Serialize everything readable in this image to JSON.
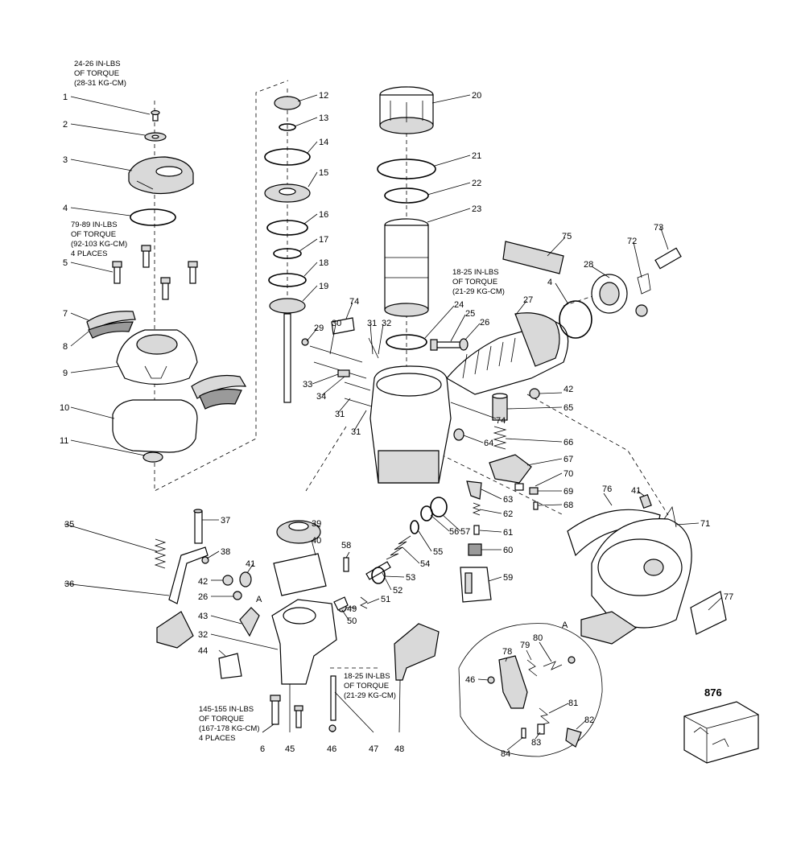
{
  "notes": {
    "torque_1": [
      "24-26 IN-LBS",
      "OF TORQUE",
      "(28-31 KG-CM)"
    ],
    "torque_5": [
      "79-89 IN-LBS",
      "OF TORQUE",
      "(92-103 KG-CM)",
      "4 PLACES"
    ],
    "torque_24": [
      "18-25 IN-LBS",
      "OF TORQUE",
      "(21-29 KG-CM)"
    ],
    "torque_48": [
      "18-25 IN-LBS",
      "OF TORQUE",
      "(21-29 KG-CM)"
    ],
    "torque_6": [
      "145-155 IN-LBS",
      "OF TORQUE",
      "(167-178 KG-CM)",
      "4 PLACES"
    ]
  },
  "connector_marks": [
    "A",
    "A"
  ],
  "kit_number": "876",
  "part_callouts": [
    "1",
    "2",
    "3",
    "4",
    "5",
    "6",
    "7",
    "8",
    "9",
    "10",
    "11",
    "12",
    "13",
    "14",
    "15",
    "16",
    "17",
    "18",
    "19",
    "20",
    "21",
    "22",
    "23",
    "24",
    "25",
    "26",
    "27",
    "28",
    "29",
    "30",
    "31",
    "32",
    "33",
    "34",
    "35",
    "36",
    "37",
    "38",
    "39",
    "40",
    "41",
    "42",
    "43",
    "44",
    "45",
    "46",
    "47",
    "48",
    "49",
    "50",
    "51",
    "52",
    "53",
    "54",
    "55",
    "56",
    "57",
    "58",
    "59",
    "60",
    "61",
    "62",
    "63",
    "64",
    "65",
    "66",
    "67",
    "68",
    "69",
    "70",
    "71",
    "72",
    "73",
    "74",
    "75",
    "76",
    "77",
    "78",
    "79",
    "80",
    "81",
    "82",
    "83",
    "84"
  ]
}
